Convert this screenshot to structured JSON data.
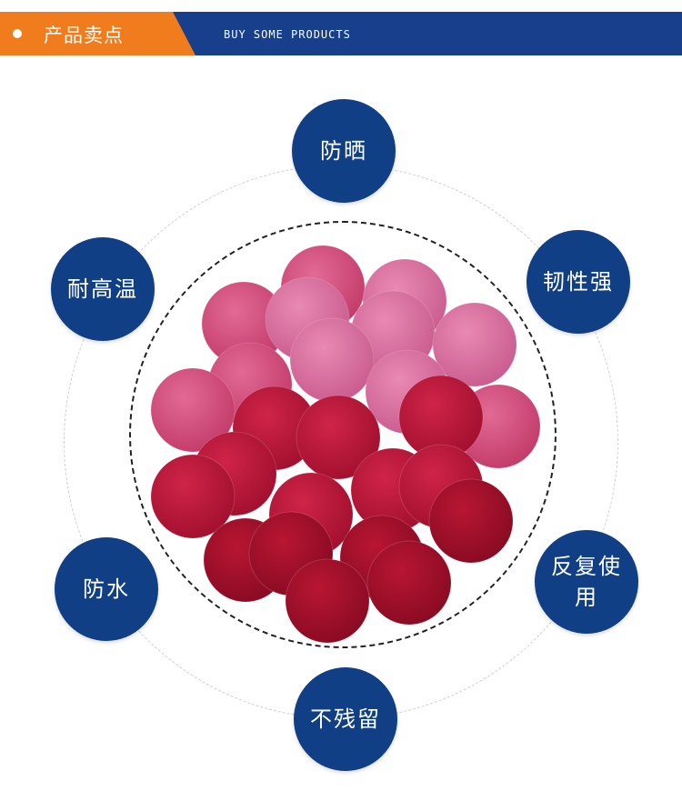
{
  "header": {
    "title": "产品卖点",
    "subtitle": "BUY SOME PRODUCTS"
  },
  "features": [
    {
      "label": "防晒"
    },
    {
      "label": "耐高温"
    },
    {
      "label": "韧性强"
    },
    {
      "label": "防水"
    },
    {
      "label": "反复使用"
    },
    {
      "label": "不残留"
    }
  ],
  "colors": {
    "header_orange": "#f07c1e",
    "header_blue": "#173f8c",
    "feature_circle": "#103f86",
    "disc_pink": "#c8325a",
    "disc_red": "#a8102c"
  },
  "icons": [
    "header-dot-icon"
  ]
}
